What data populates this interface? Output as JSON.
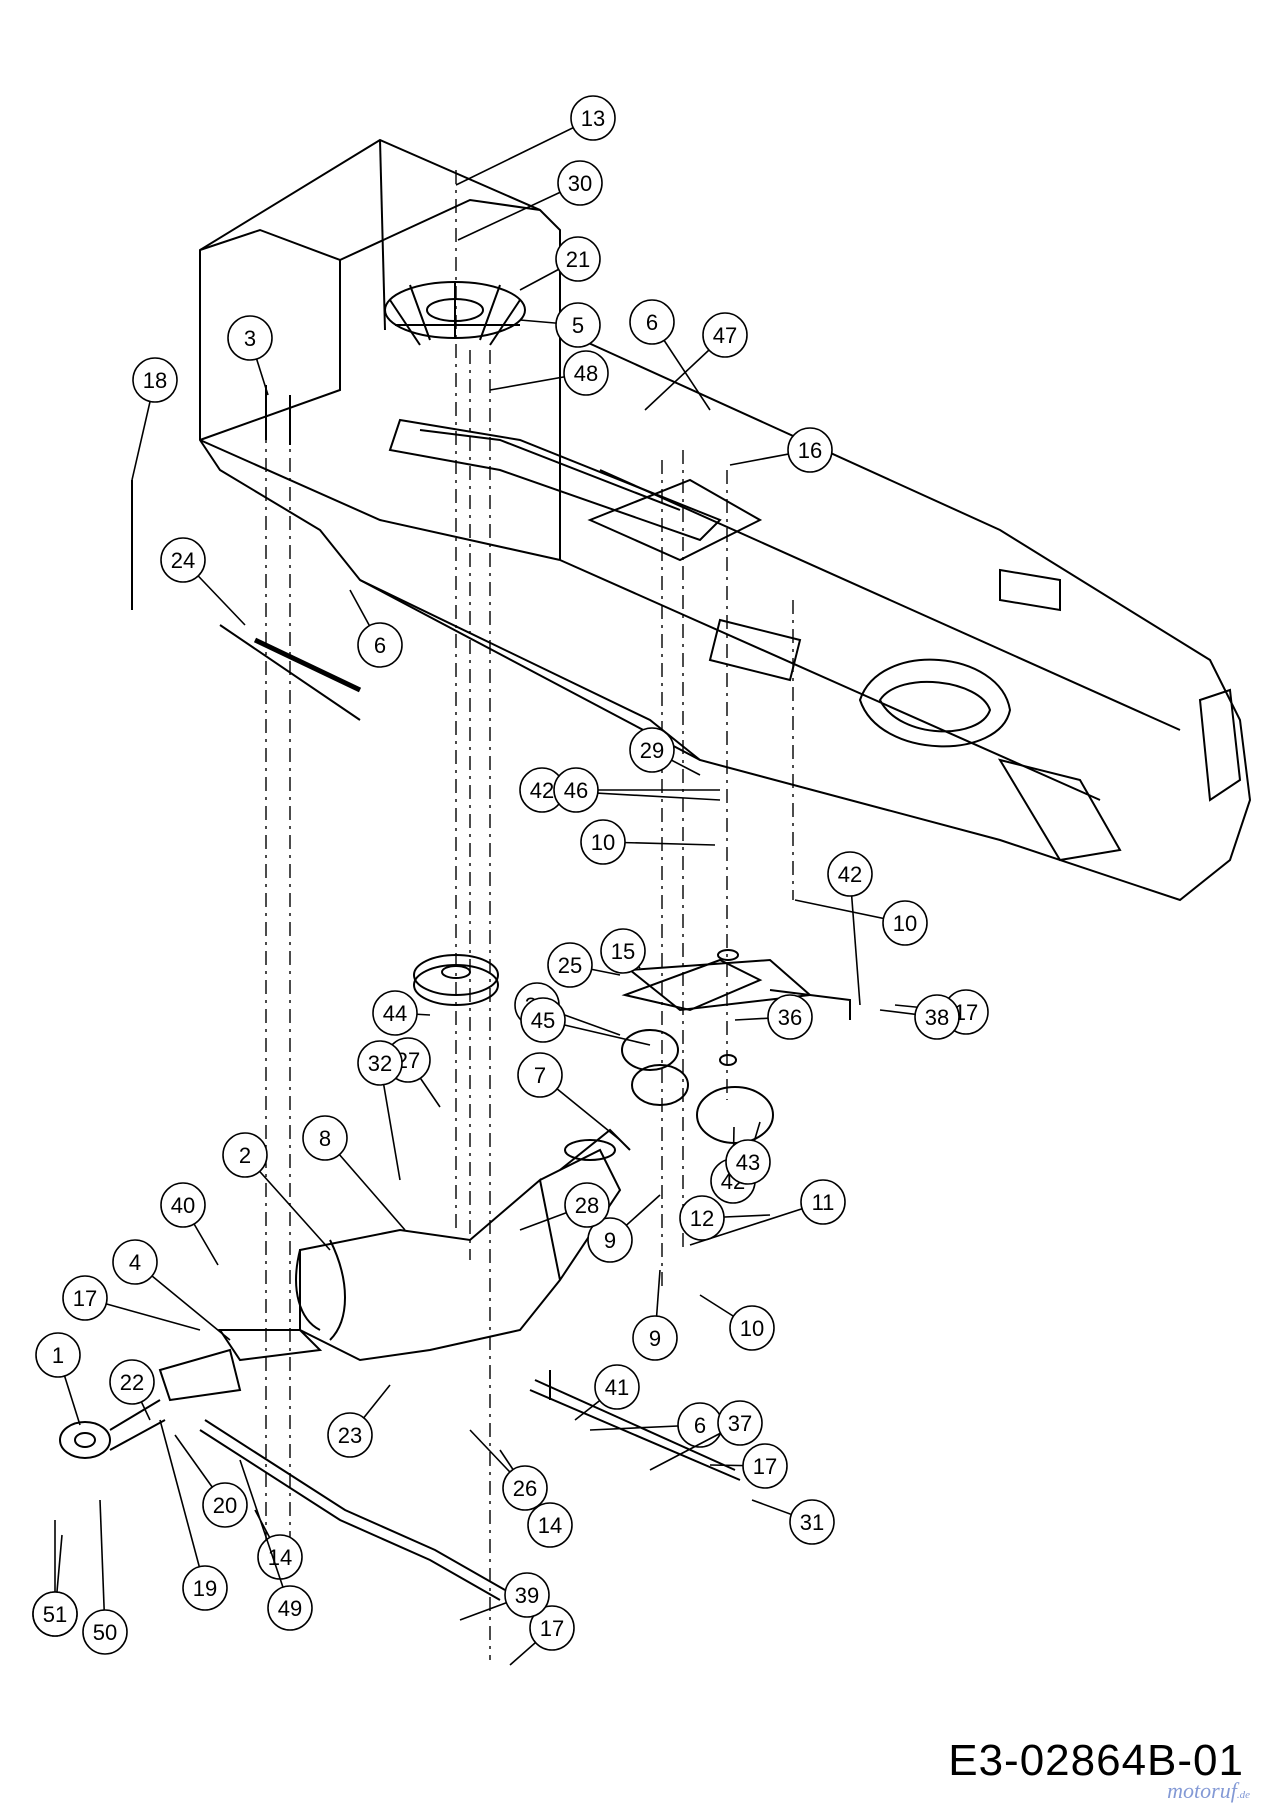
{
  "document": {
    "code": "E3-02864B-01",
    "watermark": "motoruf",
    "watermark_tld": ".de"
  },
  "parts": [
    "1",
    "2",
    "3",
    "4",
    "5",
    "6",
    "6",
    "6",
    "7",
    "7",
    "8",
    "9",
    "9",
    "10",
    "10",
    "10",
    "11",
    "12",
    "13",
    "14",
    "14",
    "15",
    "16",
    "17",
    "17",
    "17",
    "17",
    "18",
    "19",
    "20",
    "21",
    "22",
    "23",
    "24",
    "25",
    "26",
    "27",
    "28",
    "29",
    "30",
    "31",
    "32",
    "35",
    "36",
    "37",
    "38",
    "39",
    "40",
    "41",
    "42",
    "42",
    "42",
    "43",
    "44",
    "45",
    "46",
    "47",
    "48",
    "49",
    "50",
    "51"
  ]
}
